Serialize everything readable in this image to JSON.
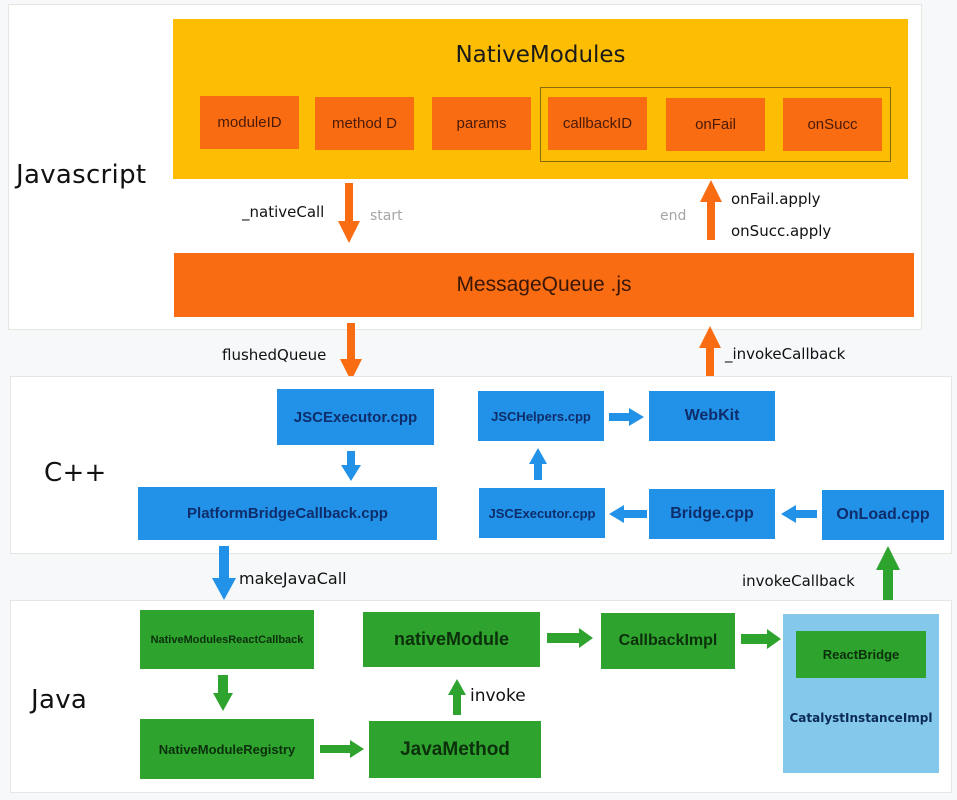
{
  "colors": {
    "js_accent": "#f96c12",
    "native_modules_bg": "#fcbd02",
    "cpp_accent": "#2291e8",
    "java_accent": "#2ea32e",
    "catalyst_bg": "#84c9ec"
  },
  "layers": {
    "javascript": {
      "label": "Javascript"
    },
    "cpp": {
      "label": "C++"
    },
    "java": {
      "label": "Java"
    }
  },
  "native_modules": {
    "title": "NativeModules",
    "fields": [
      "moduleID",
      "method D",
      "params",
      "callbackID",
      "onFail",
      "onSucc"
    ]
  },
  "message_queue": {
    "label": "MessageQueue .js"
  },
  "js_arrows": {
    "native_call": "_nativeCall",
    "start": "start",
    "end": "end",
    "on_fail_apply": "onFail.apply",
    "on_succ_apply": "onSucc.apply",
    "flushed_queue": "flushedQueue",
    "invoke_callback": "_invokeCallback"
  },
  "cpp_nodes": {
    "jsc_executor_top": "JSCExecutor.cpp",
    "platform_bridge_callback": "PlatformBridgeCallback.cpp",
    "jsc_helpers": "JSCHelpers.cpp",
    "webkit": "WebKit",
    "jsc_executor_bottom": "JSCExecutor.cpp",
    "bridge": "Bridge.cpp",
    "onload": "OnLoad.cpp"
  },
  "cpp_arrows": {
    "make_java_call": "makeJavaCall",
    "invoke_callback": "invokeCallback"
  },
  "java_nodes": {
    "native_modules_react_callback": "NativeModulesReactCallback",
    "native_module_registry": "NativeModuleRegistry",
    "native_module": "nativeModule",
    "java_method": "JavaMethod",
    "callback_impl": "CallbackImpl",
    "react_bridge": "ReactBridge",
    "catalyst_instance_impl": "CatalystInstanceImpl"
  },
  "java_arrows": {
    "invoke": "invoke"
  }
}
